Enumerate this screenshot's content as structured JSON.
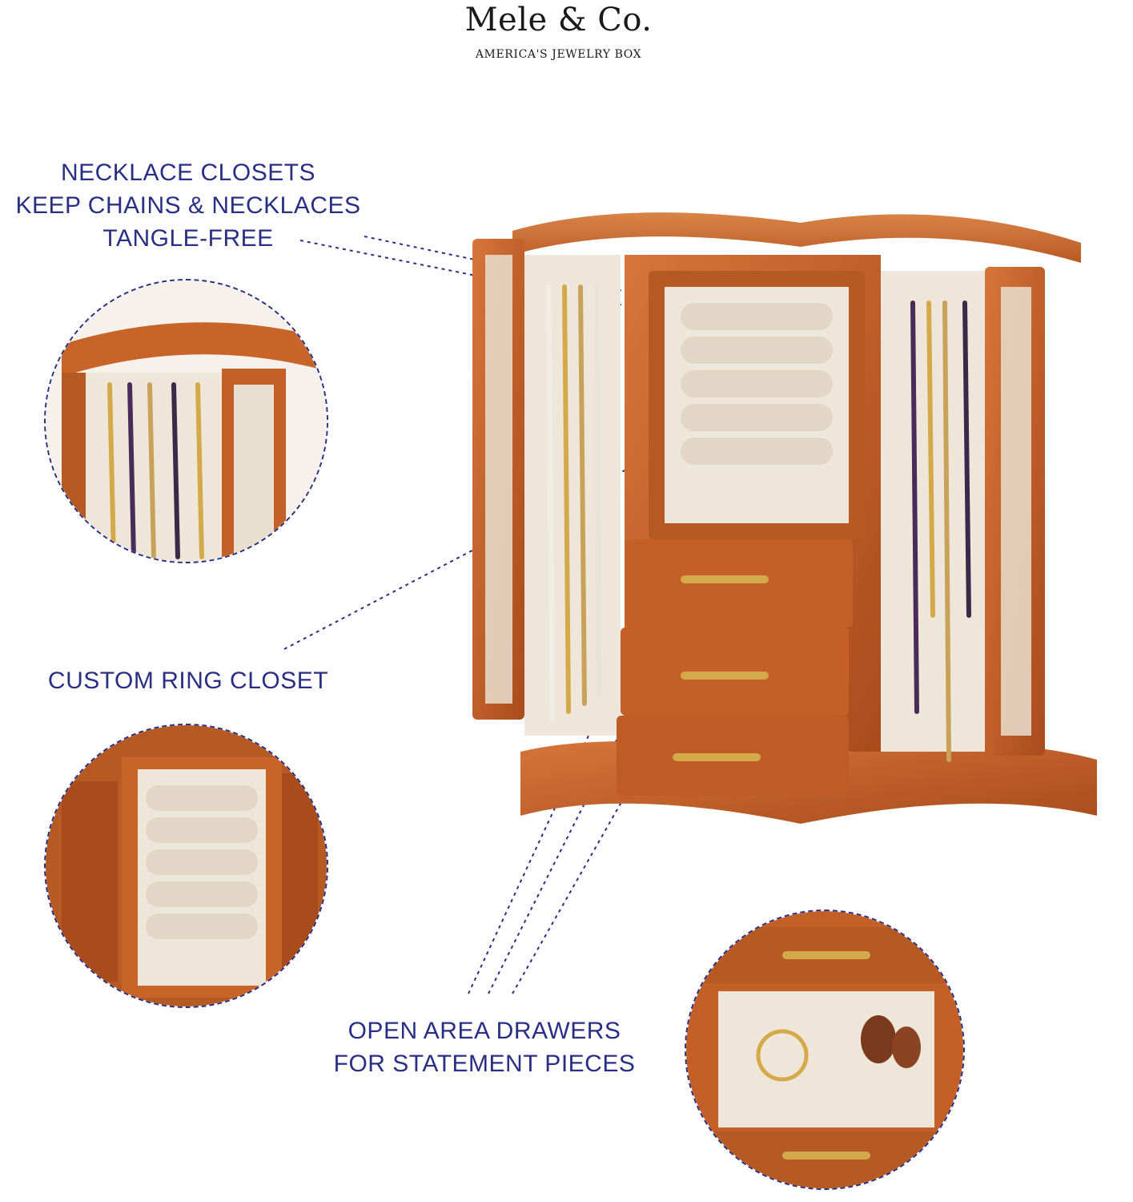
{
  "brand": {
    "name": "Mele & Co.",
    "tagline": "AMERICA'S JEWELRY BOX"
  },
  "callouts": {
    "necklace": [
      "NECKLACE CLOSETS",
      "KEEP CHAINS & NECKLACES",
      "TANGLE-FREE"
    ],
    "ring": [
      "CUSTOM RING CLOSET"
    ],
    "drawers": [
      "OPEN AREA DRAWERS",
      "FOR STATEMENT PIECES"
    ]
  },
  "colors": {
    "callout_text": "#2a2f86",
    "wood": "#c8642a",
    "wood_dark": "#8f3f14",
    "velvet": "#efe6da",
    "gold": "#d4a94a"
  },
  "icons": {
    "jewelry_box": "jewelry-box-photo",
    "detail_necklace": "necklace-closet-detail",
    "detail_ring": "ring-closet-detail",
    "detail_drawer": "drawer-detail"
  }
}
